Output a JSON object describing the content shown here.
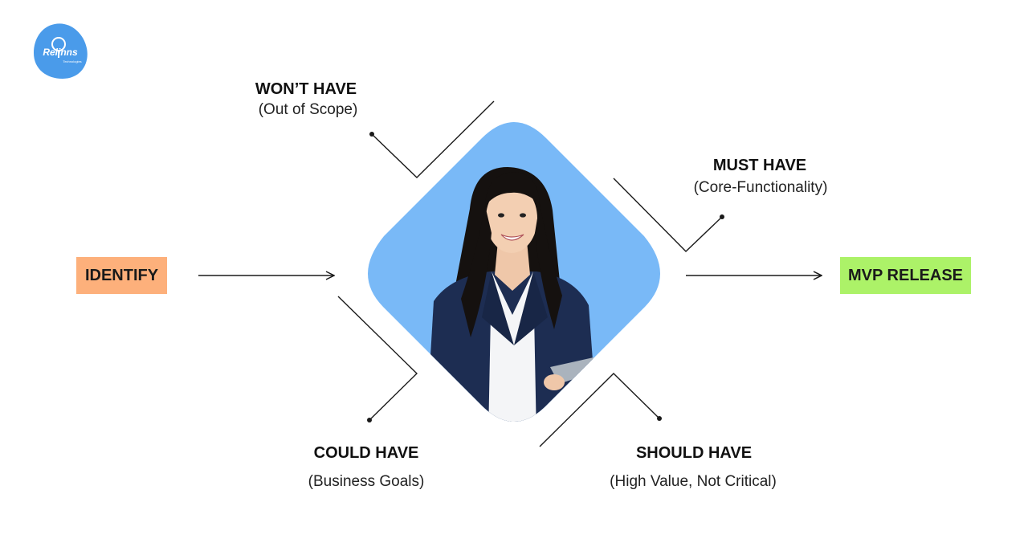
{
  "logo": {
    "text": "Relinns",
    "tagline": "Technologies"
  },
  "colors": {
    "diamond": "#79B9F7",
    "identify_bg": "#FDB07B",
    "mvp_bg": "#ACF268",
    "logo_bg": "#4A9BEA",
    "line": "#1a1a1a"
  },
  "start": {
    "label": "IDENTIFY"
  },
  "end": {
    "label": "MVP RELEASE"
  },
  "categories": {
    "wont_have": {
      "title": "WON’T HAVE",
      "subtitle": "(Out of Scope)"
    },
    "must_have": {
      "title": "MUST HAVE",
      "subtitle": "(Core-Functionality)"
    },
    "could_have": {
      "title": "COULD HAVE",
      "subtitle": "(Business Goals)"
    },
    "should_have": {
      "title": "SHOULD HAVE",
      "subtitle": "(High Value, Not Critical)"
    }
  }
}
